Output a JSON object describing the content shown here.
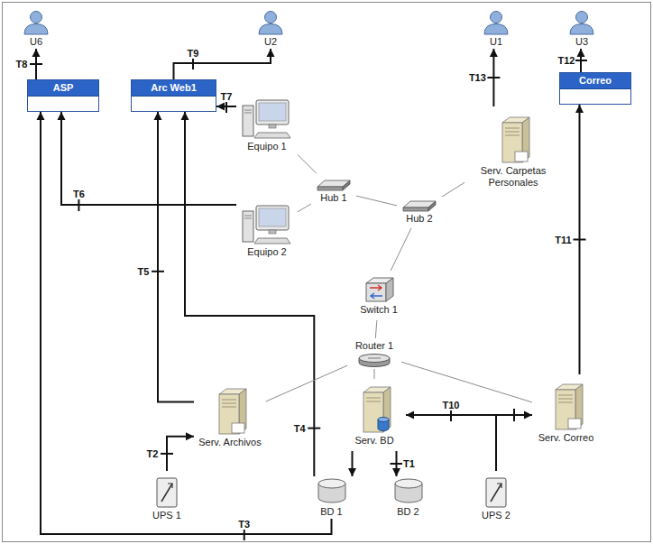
{
  "diagram": {
    "nodes": [
      {
        "text": [
          "U6"
        ]
      },
      {
        "text": [
          "U2"
        ]
      },
      {
        "text": [
          "U1"
        ]
      },
      {
        "text": [
          "U3"
        ]
      },
      {
        "text": [
          "ASP"
        ]
      },
      {
        "text": [
          "Arc Web1"
        ]
      },
      {
        "text": [
          "Correo"
        ]
      },
      {
        "text": [
          "Equipo 1"
        ]
      },
      {
        "text": [
          "Serv. Carpetas Personales"
        ]
      },
      {
        "text": [
          "Hub 1"
        ]
      },
      {
        "text": [
          "Hub 2"
        ]
      },
      {
        "text": [
          "Equipo 2"
        ]
      },
      {
        "text": [
          "Switch 1"
        ]
      },
      {
        "text": [
          "Router 1"
        ]
      },
      {
        "text": [
          "Serv. Archivos"
        ]
      },
      {
        "text": [
          "Serv. BD"
        ]
      },
      {
        "text": [
          "Serv. Correo"
        ]
      },
      {
        "text": [
          "UPS 1"
        ]
      },
      {
        "text": [
          "BD 1"
        ]
      },
      {
        "text": [
          "BD 2"
        ]
      },
      {
        "text": [
          "UPS 2"
        ]
      }
    ],
    "edges": [
      {
        "from": 4,
        "to": 0,
        "arrow": "to",
        "label": "T8"
      },
      {
        "from": 5,
        "to": 1,
        "arrow": "to",
        "label": "T9"
      },
      {
        "from": 7,
        "to": 5,
        "arrow": "to",
        "label": "T7"
      },
      {
        "from": 11,
        "to": 4,
        "arrow": "to",
        "label": "T6"
      },
      {
        "from": 14,
        "to": 5,
        "arrow": "to",
        "label": "T5"
      },
      {
        "from": 18,
        "to": 5,
        "arrow": "to",
        "label": "T4"
      },
      {
        "from": 18,
        "to": 4,
        "arrow": "to",
        "label": "T3"
      },
      {
        "from": 17,
        "to": 14,
        "arrow": "to",
        "label": "T2"
      },
      {
        "from": 15,
        "to": 18,
        "arrow": "to"
      },
      {
        "from": 15,
        "to": 19,
        "arrow": "to",
        "label": "T1"
      },
      {
        "from": 20,
        "to": 15,
        "arrow": "to",
        "label": "T10"
      },
      {
        "from": 20,
        "to": 16,
        "arrow": "to"
      },
      {
        "from": 16,
        "to": 6,
        "arrow": "to",
        "label": "T11"
      },
      {
        "from": 6,
        "to": 3,
        "arrow": "to",
        "label": "T12"
      },
      {
        "from": 8,
        "to": 2,
        "arrow": "to",
        "label": "T13"
      },
      {
        "from": 7,
        "to": 9,
        "arrow": "none"
      },
      {
        "from": 11,
        "to": 9,
        "arrow": "none"
      },
      {
        "from": 9,
        "to": 10,
        "arrow": "none"
      },
      {
        "from": 10,
        "to": 8,
        "arrow": "none"
      },
      {
        "from": 10,
        "to": 12,
        "arrow": "none"
      },
      {
        "from": 12,
        "to": 13,
        "arrow": "none"
      },
      {
        "from": 13,
        "to": 14,
        "arrow": "none"
      },
      {
        "from": 13,
        "to": 15,
        "arrow": "none"
      },
      {
        "from": 13,
        "to": 16,
        "arrow": "none"
      }
    ]
  }
}
